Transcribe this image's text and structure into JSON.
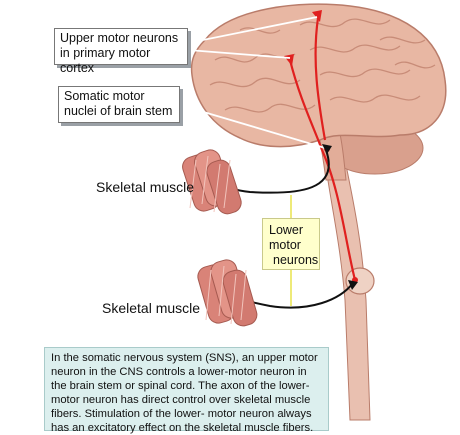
{
  "labels": {
    "upper_motor": "Upper motor neurons in primary motor cortex",
    "somatic_nuclei": "Somatic motor nuclei of brain stem",
    "skeletal_muscle_1": "Skeletal muscle",
    "skeletal_muscle_2": "Skeletal muscle",
    "lower_motor_1": "Lower",
    "lower_motor_2": "motor",
    "lower_motor_3": "neurons"
  },
  "caption": "In the somatic nervous system (SNS), an upper motor neuron in the CNS controls a lower-motor neuron in the brain stem or spinal cord. The axon of the lower-motor neuron has direct control over skeletal muscle fibers. Stimulation of the lower- motor neuron always has an excitatory effect on the skeletal muscle fibers.",
  "colors": {
    "brain": "#e8b7a3",
    "brain_outline": "#b97c6a",
    "neuron": "#e0201f",
    "axon": "#111111",
    "muscle": "#d98378",
    "caption_bg": "#dcefee",
    "lower_box_bg": "#ffffcc"
  }
}
